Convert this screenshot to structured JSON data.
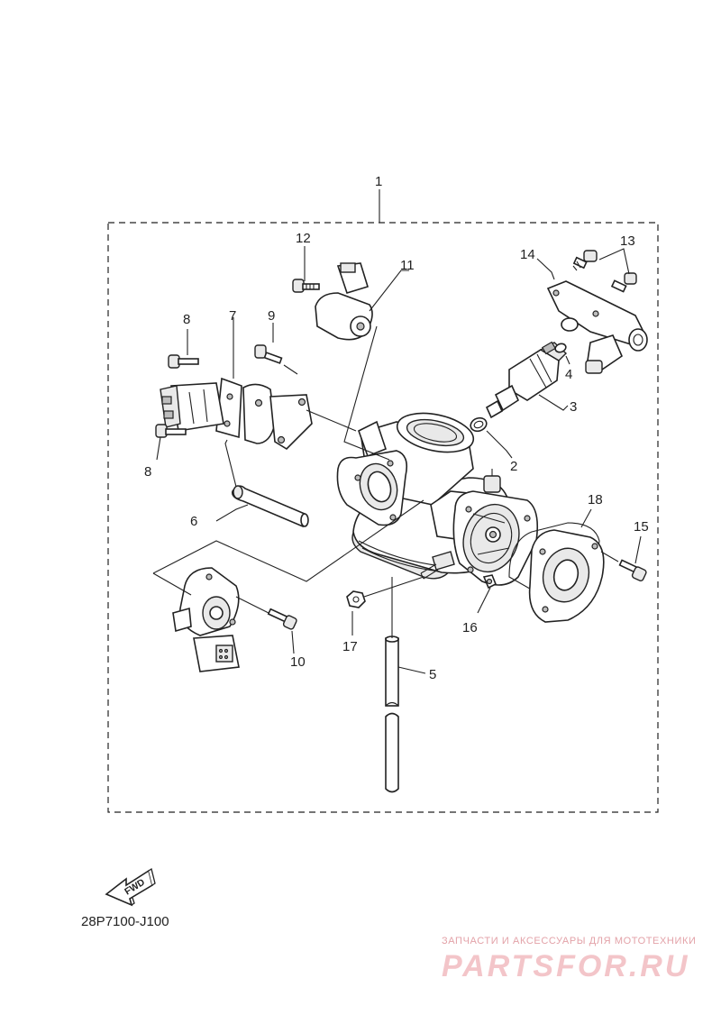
{
  "diagram": {
    "callouts": {
      "c1": "1",
      "c2": "2",
      "c3": "3",
      "c4": "4",
      "c5": "5",
      "c6": "6",
      "c7": "7",
      "c8a": "8",
      "c8b": "8",
      "c9": "9",
      "c10": "10",
      "c11": "11",
      "c12": "12",
      "c13": "13",
      "c14": "14",
      "c15": "15",
      "c16": "16",
      "c17": "17",
      "c18": "18"
    },
    "fwd_label": "FWD",
    "diagram_code": "28P7100-J100"
  },
  "watermark": {
    "tagline": "ЗАПЧАСТИ И АКСЕССУАРЫ ДЛЯ МОТОТЕХНИКИ",
    "logo_text": "PARTSFOR.RU"
  },
  "colors": {
    "line": "#222222",
    "watermark": "#e3a2a8"
  }
}
